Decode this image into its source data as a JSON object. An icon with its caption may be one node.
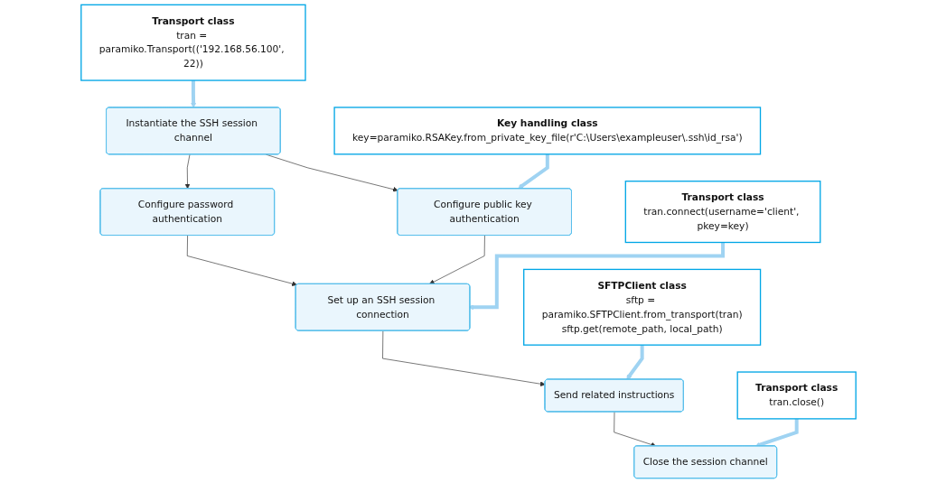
{
  "diagram": {
    "nodes": [
      {
        "text": [
          "Instantiate the SSH session channel"
        ]
      },
      {
        "text": [
          "Configure password authentication"
        ]
      },
      {
        "text": [
          "Configure public key authentication"
        ]
      },
      {
        "text": [
          "Set up an SSH session connection"
        ]
      },
      {
        "text": [
          "Send related instructions"
        ]
      },
      {
        "text": [
          "Close the session channel"
        ]
      },
      {
        "text": [
          "Transport class",
          "tran = paramiko.Transport(('192.168.56.100', 22))"
        ]
      },
      {
        "text": [
          "Key handling class",
          "key=paramiko.RSAKey.from_private_key_file(r'C:\\Users\\exampleuser\\.ssh\\id_rsa')"
        ]
      },
      {
        "text": [
          "Transport class",
          "tran.connect(username='client', pkey=key)"
        ]
      },
      {
        "text": [
          "SFTPClient class",
          "sftp = paramiko.SFTPClient.from_transport(tran)",
          "sftp.get(remote_path, local_path)"
        ]
      },
      {
        "text": [
          "Transport class",
          "tran.close()"
        ]
      }
    ],
    "edges": [
      {
        "from": 0,
        "to": 1,
        "arrow": "to"
      },
      {
        "from": 0,
        "to": 2,
        "arrow": "to"
      },
      {
        "from": 1,
        "to": 3,
        "arrow": "to"
      },
      {
        "from": 2,
        "to": 3,
        "arrow": "to"
      },
      {
        "from": 3,
        "to": 4,
        "arrow": "to"
      },
      {
        "from": 4,
        "to": 5,
        "arrow": "to"
      },
      {
        "from": 6,
        "to": 0,
        "arrow": "to",
        "style": "thick",
        "color": "#9fd3f2"
      },
      {
        "from": 7,
        "to": 2,
        "arrow": "to",
        "style": "thick",
        "color": "#9fd3f2"
      },
      {
        "from": 8,
        "to": 3,
        "arrow": "to",
        "style": "thick",
        "color": "#9fd3f2"
      },
      {
        "from": 9,
        "to": 4,
        "arrow": "to",
        "style": "thick",
        "color": "#9fd3f2"
      },
      {
        "from": 10,
        "to": 5,
        "arrow": "to",
        "style": "thick",
        "color": "#9fd3f2"
      }
    ]
  }
}
